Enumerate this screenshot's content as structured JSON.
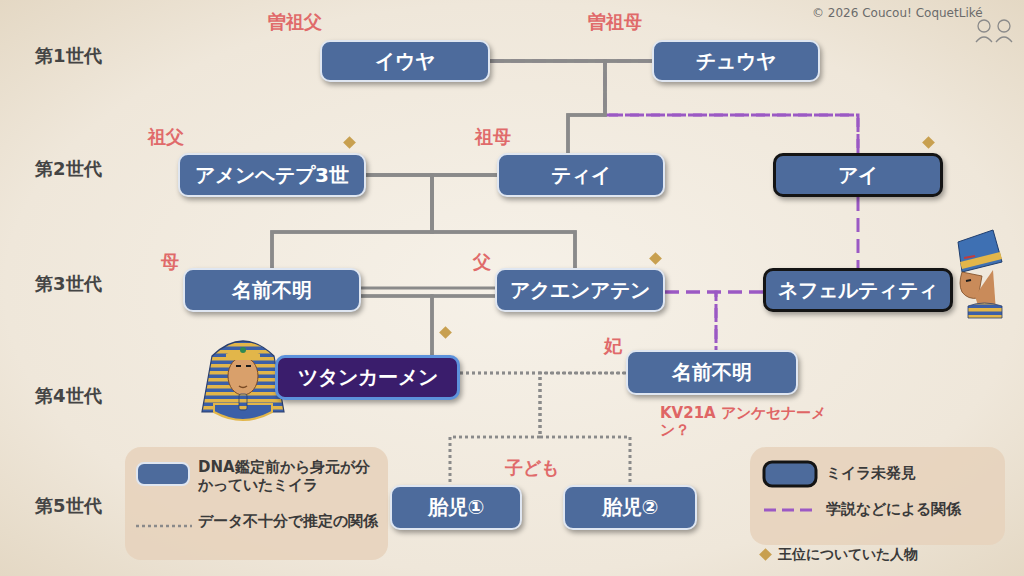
{
  "diagram": {
    "nodes": [
      {
        "text": [
          "曽祖父",
          "イウヤ"
        ]
      },
      {
        "text": [
          "曽祖母",
          "チュウヤ"
        ]
      },
      {
        "text": [
          "祖父",
          "アメンヘテプ3世"
        ]
      },
      {
        "text": [
          "祖母",
          "ティイ"
        ]
      },
      {
        "text": [
          "アイ"
        ]
      },
      {
        "text": [
          "母",
          "名前不明"
        ]
      },
      {
        "text": [
          "父",
          "アクエンアテン"
        ]
      },
      {
        "text": [
          "ネフェルティティ"
        ]
      },
      {
        "text": [
          "ツタンカーメン"
        ]
      },
      {
        "text": [
          "妃",
          "名前不明",
          "KV21A アンケセナーメン？"
        ]
      },
      {
        "text": [
          "胎児①"
        ]
      },
      {
        "text": [
          "胎児②"
        ]
      }
    ],
    "edges": [
      {
        "from": 0,
        "to": 1,
        "arrow": "none"
      },
      {
        "from": 0,
        "to": 3,
        "arrow": "none"
      },
      {
        "from": 1,
        "to": 3,
        "arrow": "none"
      },
      {
        "from": 0,
        "to": 4,
        "arrow": "none"
      },
      {
        "from": 1,
        "to": 4,
        "arrow": "none"
      },
      {
        "from": 2,
        "to": 3,
        "arrow": "none"
      },
      {
        "from": 2,
        "to": 5,
        "arrow": "none"
      },
      {
        "from": 3,
        "to": 5,
        "arrow": "none"
      },
      {
        "from": 2,
        "to": 6,
        "arrow": "none"
      },
      {
        "from": 3,
        "to": 6,
        "arrow": "none"
      },
      {
        "from": 4,
        "to": 7,
        "arrow": "none"
      },
      {
        "from": 5,
        "to": 6,
        "arrow": "none"
      },
      {
        "from": 5,
        "to": 8,
        "arrow": "none"
      },
      {
        "from": 6,
        "to": 8,
        "arrow": "none"
      },
      {
        "from": 6,
        "to": 7,
        "arrow": "none"
      },
      {
        "from": 6,
        "to": 9,
        "arrow": "none"
      },
      {
        "from": 7,
        "to": 9,
        "arrow": "none"
      },
      {
        "from": 8,
        "to": 9,
        "arrow": "none"
      },
      {
        "from": 8,
        "to": 10,
        "arrow": "none"
      },
      {
        "from": 8,
        "to": 11,
        "arrow": "none"
      },
      {
        "from": 9,
        "to": 10,
        "arrow": "none"
      },
      {
        "from": 9,
        "to": 11,
        "arrow": "none"
      }
    ],
    "labels": [
      "第1世代",
      "第2世代",
      "第3世代",
      "第4世代",
      "第5世代",
      "子ども",
      "© 2026 Coucou! CoquetLiké"
    ],
    "legend": [
      {
        "text": "DNA鑑定前から身元が分かっていたミイラ",
        "color": "#4d6b9c"
      },
      {
        "text": "データ不十分で推定の関係"
      },
      {
        "text": "ミイラ未発見"
      },
      {
        "text": "学説などによる関係"
      },
      {
        "text": "王位についていた人物"
      }
    ]
  }
}
